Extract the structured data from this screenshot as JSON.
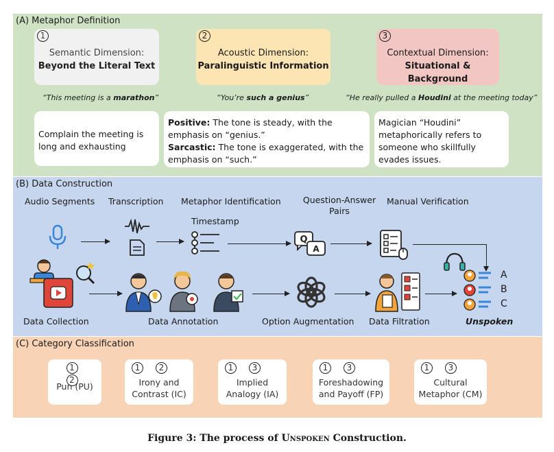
{
  "sectionA": {
    "title": "(A) Metaphor Definition",
    "dims": [
      {
        "num": "1",
        "line1": "Semantic Dimension:",
        "line2": "Beyond the Literal Text"
      },
      {
        "num": "2",
        "line1": "Acoustic Dimension:",
        "line2": "Paralinguistic Information"
      },
      {
        "num": "3",
        "line1": "Contextual Dimension:",
        "line2": "Situational & Background"
      }
    ],
    "quotes": [
      {
        "pre": "“This meeting is a ",
        "bold": "marathon",
        "post": "”"
      },
      {
        "pre": "“You’re ",
        "bold": "such a genius",
        "post": "”"
      },
      {
        "pre": "“He really pulled a ",
        "bold": "Houdini",
        "post": " at the meeting today”"
      }
    ],
    "card1": "Complain the meeting is long and exhausting",
    "card2": {
      "pos_label": "Positive:",
      "pos_text": " The tone is steady, with the emphasis on “genius.”",
      "sar_label": "Sarcastic:",
      "sar_text": " The tone is exaggerated, with the emphasis on “such.”"
    },
    "card3": "Magician “Houdini” metaphorically refers to someone who skillfully evades issues."
  },
  "sectionB": {
    "title": "(B) Data Construction",
    "stages": [
      "Audio Segments",
      "Transcription",
      "Metaphor Identification",
      "Question-Answer Pairs",
      "Manual Verification"
    ],
    "timestamp": "Timestamp",
    "bottom_labels": [
      "Data Collection",
      "Data Annotation",
      "Option Augmentation",
      "Data Filtration"
    ],
    "final_label": "Unspoken",
    "options": [
      "A",
      "B",
      "C"
    ],
    "qa_letters": [
      "Q",
      "A"
    ]
  },
  "sectionC": {
    "title": "(C) Category Classification",
    "categories": [
      {
        "nums": [
          "1",
          "2"
        ],
        "line1": "Pun (PU)",
        "line2": ""
      },
      {
        "nums": [
          "1",
          "2"
        ],
        "line1": "Irony and",
        "line2": "Contrast (IC)"
      },
      {
        "nums": [
          "1",
          "3"
        ],
        "line1": "Implied",
        "line2": "Analogy (IA)"
      },
      {
        "nums": [
          "1",
          "3"
        ],
        "line1": "Foreshadowing",
        "line2": "and Payoff (FP)"
      },
      {
        "nums": [
          "1",
          "3"
        ],
        "line1": "Cultural",
        "line2": "Metaphor (CM)"
      }
    ]
  },
  "caption": {
    "prefix": "Figure 3: The process of ",
    "name": "Unspoken",
    "suffix": " Construction."
  },
  "colors": {
    "panelA": "#cfe3c4",
    "panelB": "#c6d6ee",
    "panelC": "#f8d3b6",
    "accent_orange": "#f2a33a",
    "accent_red": "#e0453a",
    "accent_blue": "#3a86d8"
  }
}
